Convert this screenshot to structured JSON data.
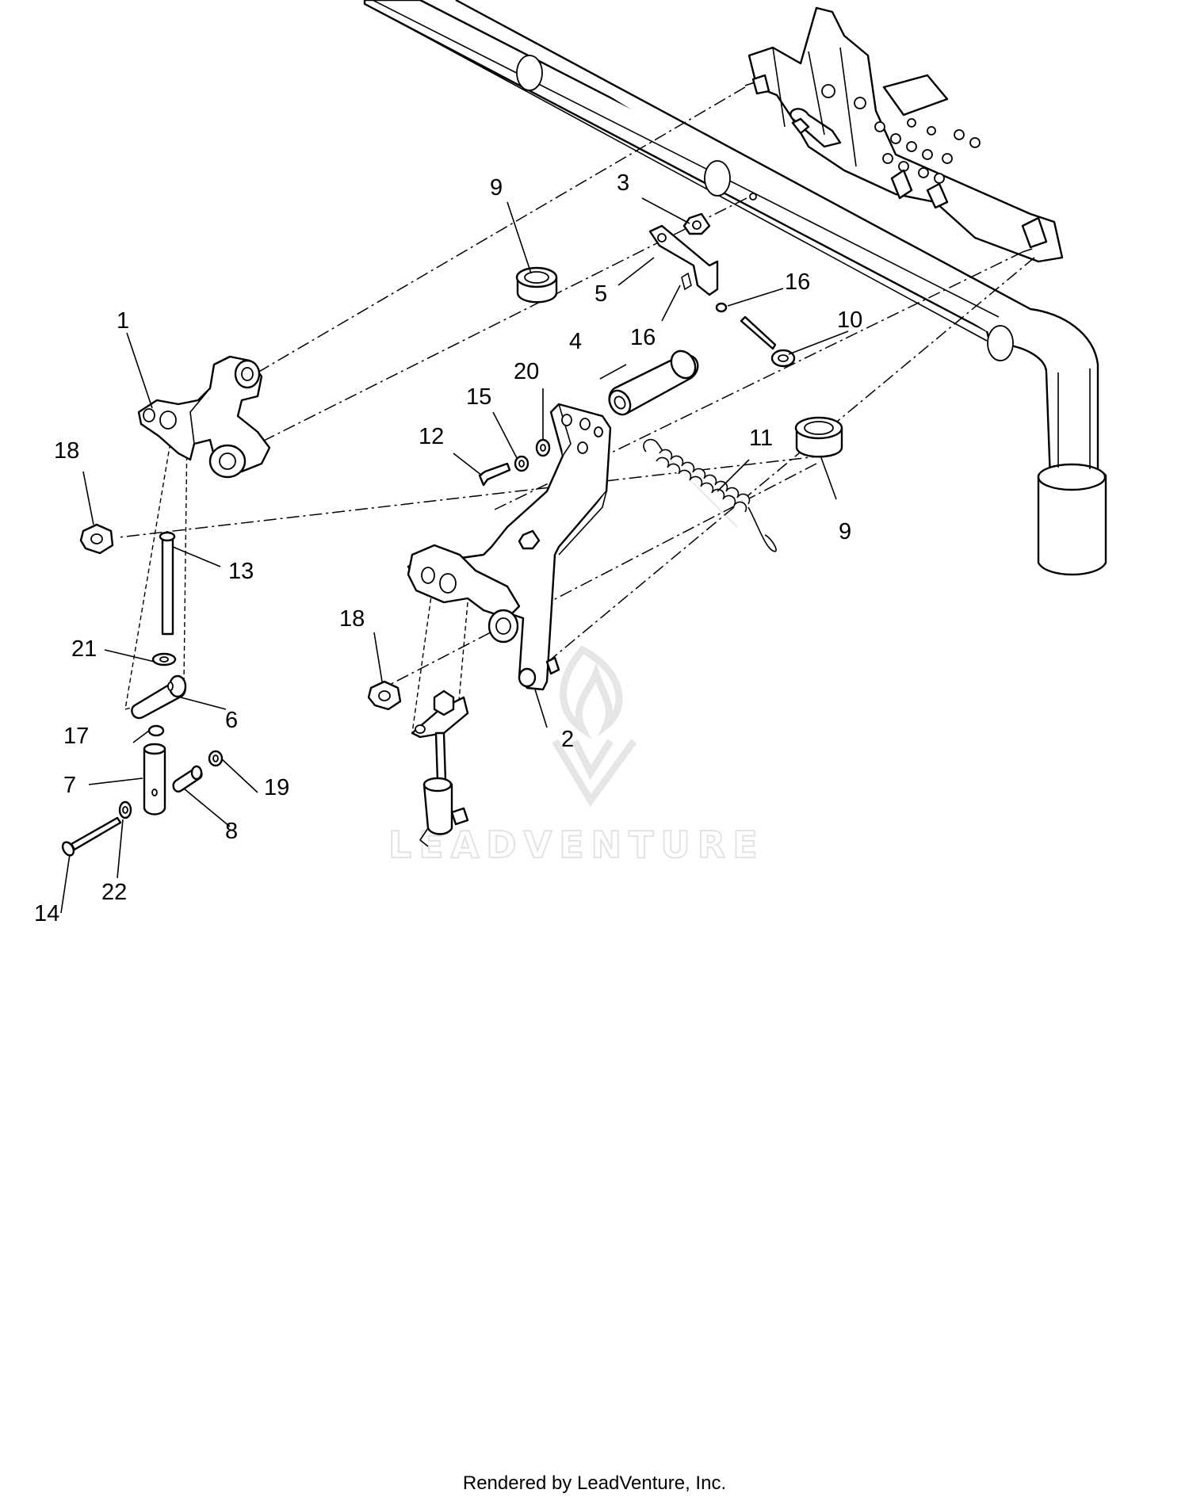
{
  "callouts": {
    "c1": "1",
    "c2": "2",
    "c3": "3",
    "c4": "4",
    "c5": "5",
    "c6": "6",
    "c7": "7",
    "c8": "8",
    "c9a": "9",
    "c9b": "9",
    "c10": "10",
    "c11": "11",
    "c12": "12",
    "c13": "13",
    "c14": "14",
    "c15": "15",
    "c16a": "16",
    "c16b": "16",
    "c17": "17",
    "c18a": "18",
    "c18b": "18",
    "c19": "19",
    "c20": "20",
    "c21": "21",
    "c22": "22"
  },
  "watermark": {
    "text": "LEADVENTURE"
  },
  "footer": {
    "text": "Rendered by LeadVenture, Inc."
  }
}
